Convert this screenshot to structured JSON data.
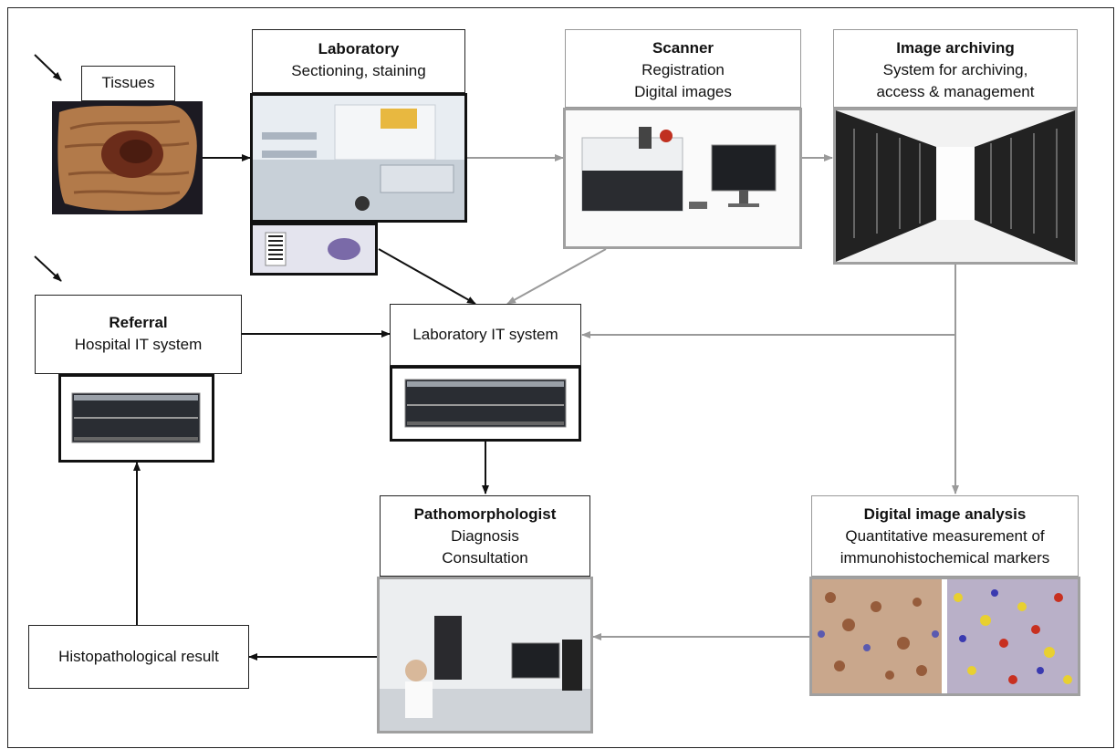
{
  "nodes": {
    "tissues": {
      "title": "Tissues"
    },
    "laboratory": {
      "title": "Laboratory",
      "line1": "Sectioning, staining"
    },
    "scanner": {
      "title": "Scanner",
      "line1": "Registration",
      "line2": "Digital images"
    },
    "archiving": {
      "title": "Image archiving",
      "line1": "System for archiving,",
      "line2": "access  & management"
    },
    "referral": {
      "title": "Referral",
      "line1": "Hospital IT system"
    },
    "lab_it": {
      "title": "Laboratory IT system"
    },
    "pathomorphologist": {
      "title": "Pathomorphologist",
      "line1": "Diagnosis",
      "line2": "Consultation"
    },
    "analysis": {
      "title": "Digital image analysis",
      "line1": "Quantitative measurement of",
      "line2": "immunohistochemical markers"
    },
    "result": {
      "title": "Histopathological result"
    }
  },
  "colors": {
    "black_arrow": "#111111",
    "gray_arrow": "#9a9a9a"
  }
}
